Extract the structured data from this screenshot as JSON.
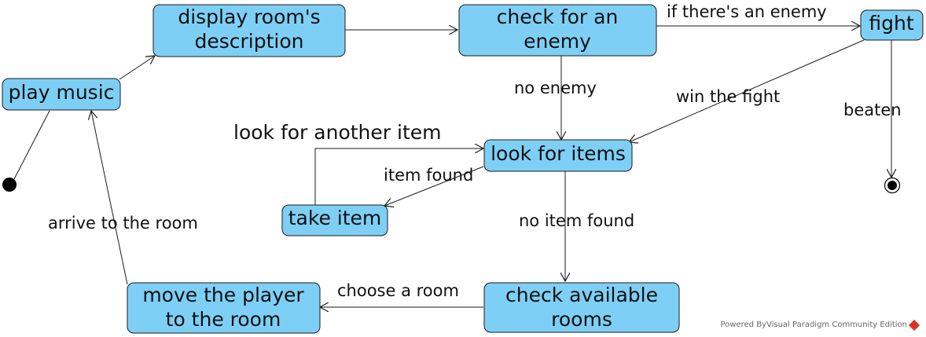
{
  "states": {
    "play_music": "play music",
    "display_desc": [
      "display room's",
      "description"
    ],
    "check_enemy": [
      "check for an",
      "enemy"
    ],
    "fight": "fight",
    "look_items": "look for items",
    "take_item": "take item",
    "check_rooms": [
      "check available",
      "rooms"
    ],
    "move_player": [
      "move the player",
      "to the room"
    ]
  },
  "transitions": {
    "if_enemy": "if there's an enemy",
    "no_enemy": "no enemy",
    "win_fight": "win the fight",
    "beaten": "beaten",
    "another_item": "look for another item",
    "item_found": "item found",
    "no_item_found": "no item found",
    "choose_room": "choose a room",
    "arrive_room": "arrive to the room"
  },
  "footer": {
    "text": "Powered ByVisual Paradigm Community Edition"
  },
  "colors": {
    "state_fill": "#7ecff5",
    "stroke": "#1b1b1b"
  }
}
